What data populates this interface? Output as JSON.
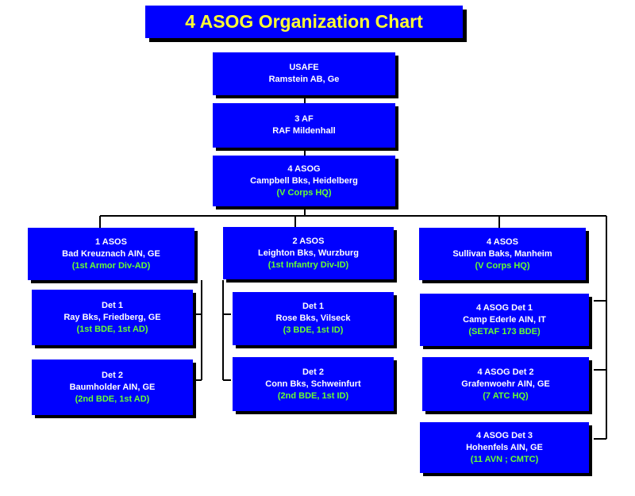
{
  "title": "4 ASOG Organization Chart",
  "colors": {
    "box": "#0000ff",
    "title_text": "#ffff33",
    "subtitle_text": "#66ff33",
    "body_text": "#ffffff",
    "line": "#000000"
  },
  "nodes": {
    "usafe": {
      "line1": "USAFE",
      "line2": "Ramstein AB, Ge",
      "line3": ""
    },
    "af3": {
      "line1": "3 AF",
      "line2": "RAF Mildenhall",
      "line3": ""
    },
    "asog4": {
      "line1": "4 ASOG",
      "line2": "Campbell Bks, Heidelberg",
      "line3": "(V Corps HQ)"
    },
    "asos1": {
      "line1": "1 ASOS",
      "line2": "Bad Kreuznach AIN, GE",
      "line3": "(1st Armor Div-AD)"
    },
    "asos1_det1": {
      "line1": "Det 1",
      "line2": "Ray Bks, Friedberg, GE",
      "line3": "(1st BDE, 1st AD)"
    },
    "asos1_det2": {
      "line1": "Det 2",
      "line2": "Baumholder AIN, GE",
      "line3": "(2nd BDE, 1st AD)"
    },
    "asos2": {
      "line1": "2 ASOS",
      "line2": "Leighton Bks, Wurzburg",
      "line3": "(1st Infantry Div-ID)"
    },
    "asos2_det1": {
      "line1": "Det 1",
      "line2": "Rose Bks, Vilseck",
      "line3": "(3 BDE, 1st ID)"
    },
    "asos2_det2": {
      "line1": "Det 2",
      "line2": "Conn Bks, Schweinfurt",
      "line3": "(2nd BDE, 1st ID)"
    },
    "asos4": {
      "line1": "4 ASOS",
      "line2": "Sullivan Baks, Manheim",
      "line3": "(V Corps HQ)"
    },
    "asog_det1": {
      "line1": "4 ASOG Det 1",
      "line2": "Camp Ederle AIN, IT",
      "line3": "(SETAF 173 BDE)"
    },
    "asog_det2": {
      "line1": "4 ASOG Det 2",
      "line2": "Grafenwoehr AIN, GE",
      "line3": "(7 ATC HQ)"
    },
    "asog_det3": {
      "line1": "4 ASOG Det 3",
      "line2": "Hohenfels AIN, GE",
      "line3": "(11 AVN ; CMTC)"
    }
  }
}
